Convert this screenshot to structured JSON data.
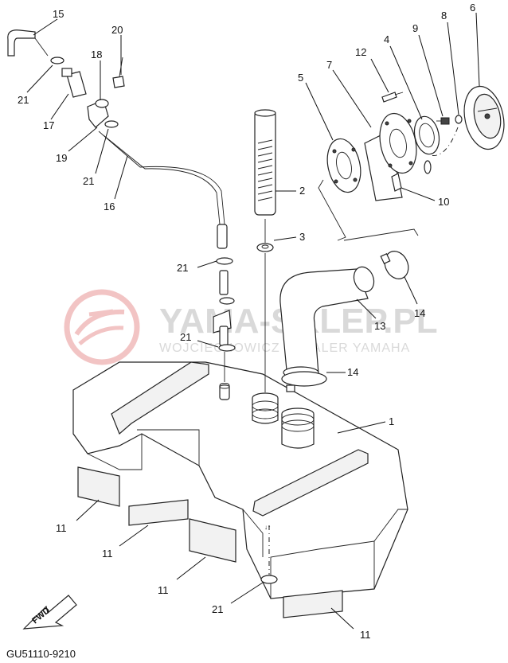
{
  "watermark": {
    "title": "YAMA-SKLEP.PL",
    "subtitle": "WOJCIECHOWICZ | DEALER YAMAHA"
  },
  "diagram_code": "GU51110-9210",
  "direction_label": "FWD",
  "callouts": {
    "c1": "1",
    "c2": "2",
    "c3": "3",
    "c4": "4",
    "c5": "5",
    "c6": "6",
    "c7": "7",
    "c8": "8",
    "c9": "9",
    "c10": "10",
    "c12": "12",
    "c13": "13",
    "c14a": "14",
    "c14b": "14",
    "c15": "15",
    "c16": "16",
    "c17": "17",
    "c18": "18",
    "c19": "19",
    "c20": "20",
    "c21a": "21",
    "c21b": "21",
    "c21c": "21",
    "c21d": "21",
    "c21e": "21",
    "c11a": "11",
    "c11b": "11",
    "c11c": "11",
    "c11d": "11"
  },
  "colors": {
    "line": "#222222",
    "watermark": "#d9d9d9",
    "logo": "#f2c4c4"
  }
}
